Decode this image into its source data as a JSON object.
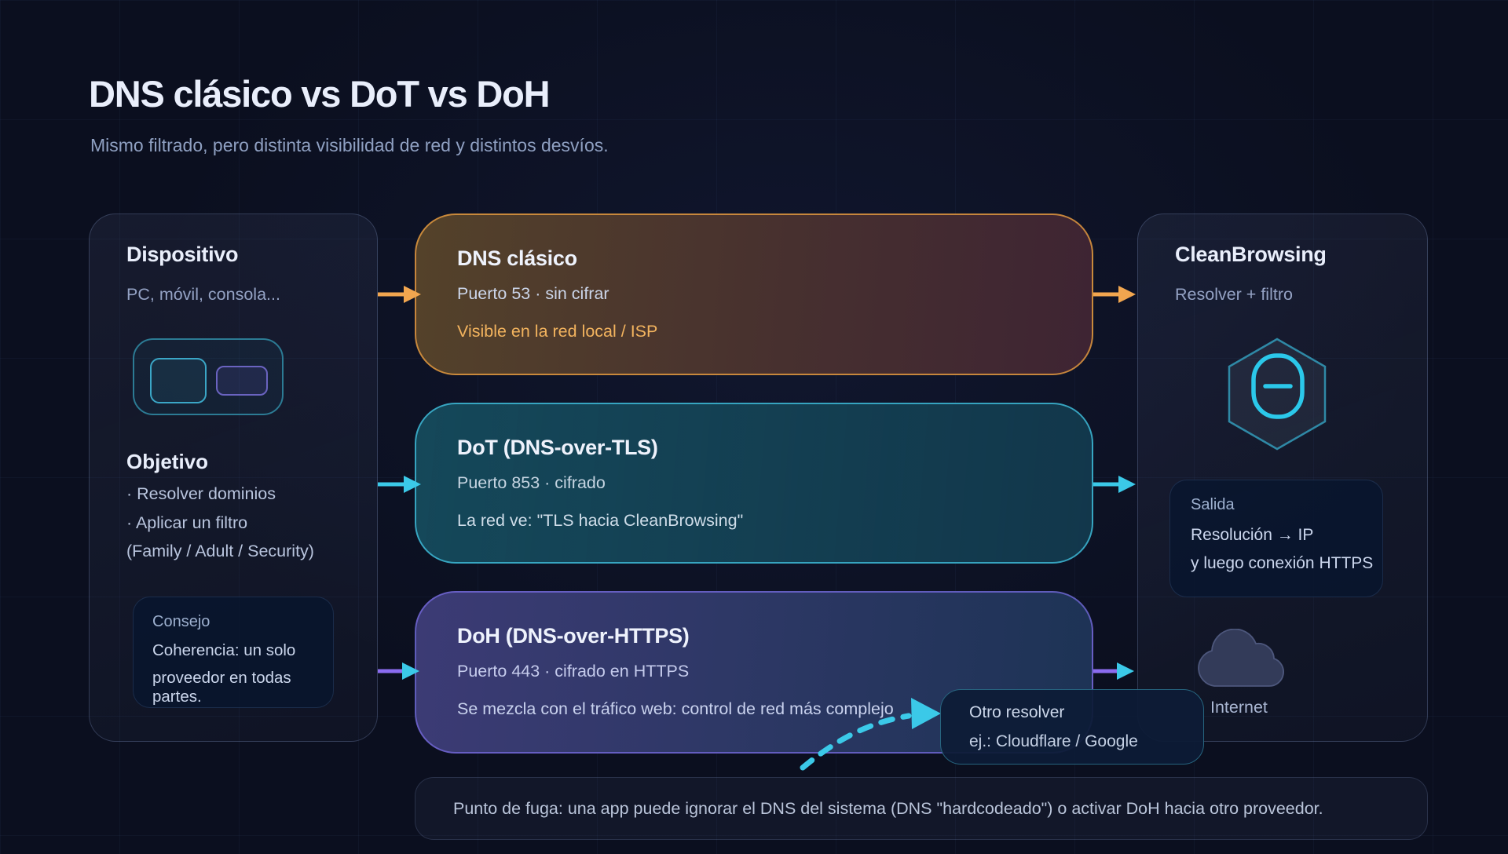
{
  "header": {
    "title": "DNS clásico vs DoT vs DoH",
    "subtitle": "Mismo filtrado, pero distinta visibilidad de red y distintos desvíos."
  },
  "device_panel": {
    "title": "Dispositivo",
    "subtitle": "PC, móvil, consola...",
    "objective_title": "Objetivo",
    "objective_items": [
      "· Resolver dominios",
      "· Aplicar un filtro",
      "(Family / Adult / Security)"
    ],
    "tip": {
      "label": "Consejo",
      "line1": "Coherencia: un solo",
      "line2": "proveedor en todas partes."
    }
  },
  "protocols": [
    {
      "title": "DNS clásico",
      "meta": "Puerto 53 · sin cifrar",
      "note": "Visible en la red local / ISP",
      "accent": "#f2a64f"
    },
    {
      "title": "DoT (DNS-over-TLS)",
      "meta": "Puerto 853 · cifrado",
      "note": "La red ve: \"TLS hacia CleanBrowsing\"",
      "accent": "#3bc9e8"
    },
    {
      "title": "DoH (DNS-over-HTTPS)",
      "meta": "Puerto 443 · cifrado en HTTPS",
      "note": "Se mezcla con el tráfico web: control de red más complejo",
      "accent": "#8b6cf0"
    }
  ],
  "resolver_panel": {
    "title": "CleanBrowsing",
    "subtitle": "Resolver + filtro",
    "output_box": {
      "label": "Salida",
      "line1": "Resolución → IP",
      "line2": "y luego conexión HTTPS"
    },
    "internet_label": "Internet"
  },
  "leak": {
    "other_resolver": {
      "line1": "Otro resolver",
      "line2": "ej.: Cloudflare / Google"
    },
    "footnote": "Punto de fuga: una app puede ignorar el DNS del sistema (DNS \"hardcodeado\") o activar DoH hacia otro proveedor."
  },
  "colors": {
    "background": "#0b0f1f",
    "arrow_orange": "#f2a64f",
    "arrow_cyan": "#3bc9e8",
    "arrow_purple": "#8b6cf0",
    "dns_note_orange": "#f2b35e",
    "logo_cyan": "#2bc8ea"
  },
  "icons": {
    "device": "device-icon",
    "cleanbrowsing_logo": "cleanbrowsing-logo-icon",
    "cloud": "cloud-icon",
    "leak_arrow": "leak-arrow-icon"
  }
}
